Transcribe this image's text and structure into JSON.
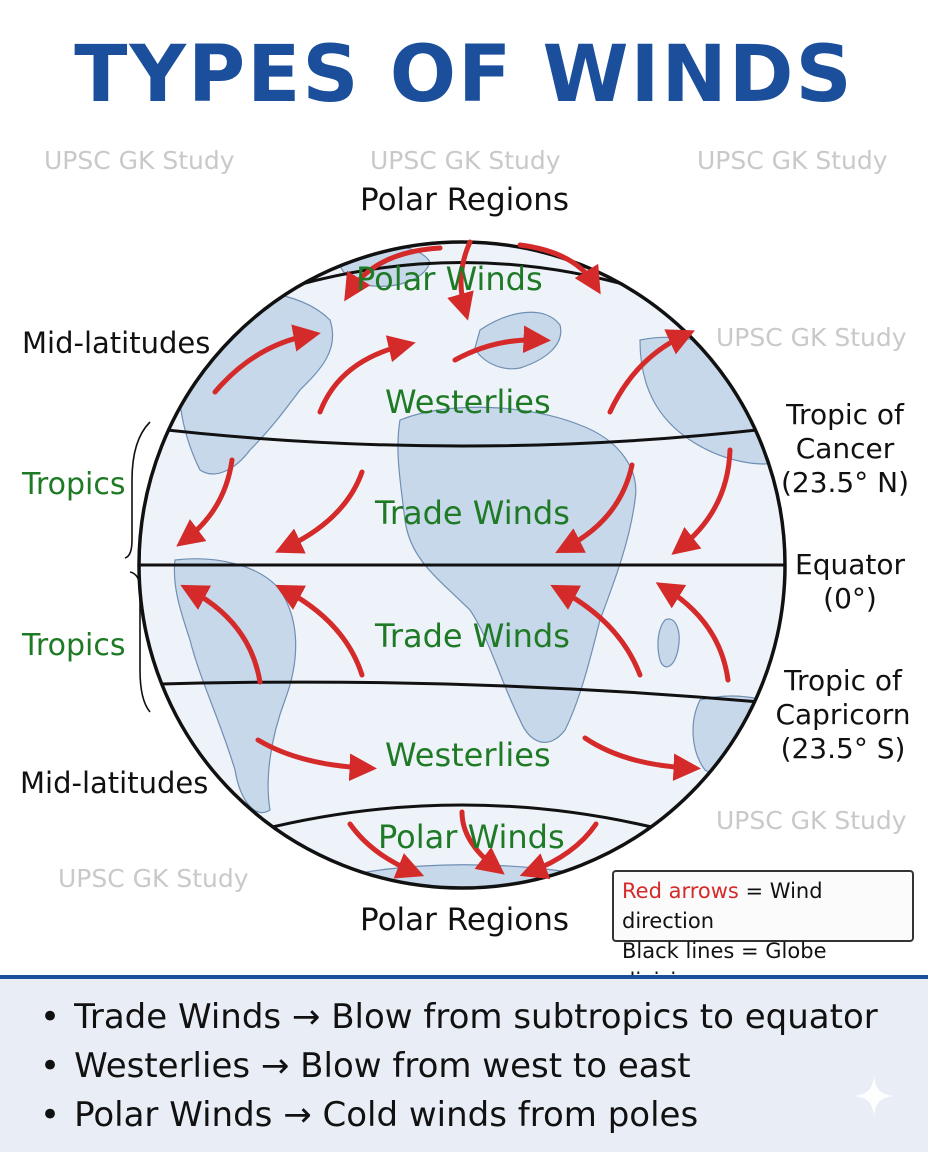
{
  "title": "TYPES OF WINDS",
  "watermark": "UPSC GK Study",
  "labels": {
    "polar_regions_top": "Polar Regions",
    "polar_regions_bottom": "Polar Regions",
    "mid_latitudes_top": "Mid-latitudes",
    "mid_latitudes_bottom": "Mid-latitudes",
    "tropics_top": "Tropics",
    "tropics_bottom": "Tropics",
    "tropic_of_cancer": [
      "Tropic of",
      "Cancer",
      "(23.5° N)"
    ],
    "equator": [
      "Equator",
      "(0°)"
    ],
    "tropic_of_capricorn": [
      "Tropic of",
      "Capricorn",
      "(23.5° S)"
    ]
  },
  "belts": {
    "polar_north": "Polar Winds",
    "westerlies_north": "Westerlies",
    "trade_north": "Trade Winds",
    "trade_south": "Trade Winds",
    "westerlies_south": "Westerlies",
    "polar_south": "Polar Winds"
  },
  "legend": {
    "red_key": "Red arrows",
    "red_value": " = Wind direction",
    "black_line": "Black lines = Globe divisions"
  },
  "summary": [
    "Trade Winds → Blow from subtropics to equator",
    "Westerlies → Blow from west to east",
    "Polar Winds → Cold winds from poles"
  ],
  "colors": {
    "title": "#1b4f9c",
    "arrow": "#d42a2a",
    "belt_label": "#1f7a26",
    "globe_fill": "#eef3fa",
    "land": "#c7d8ea"
  }
}
